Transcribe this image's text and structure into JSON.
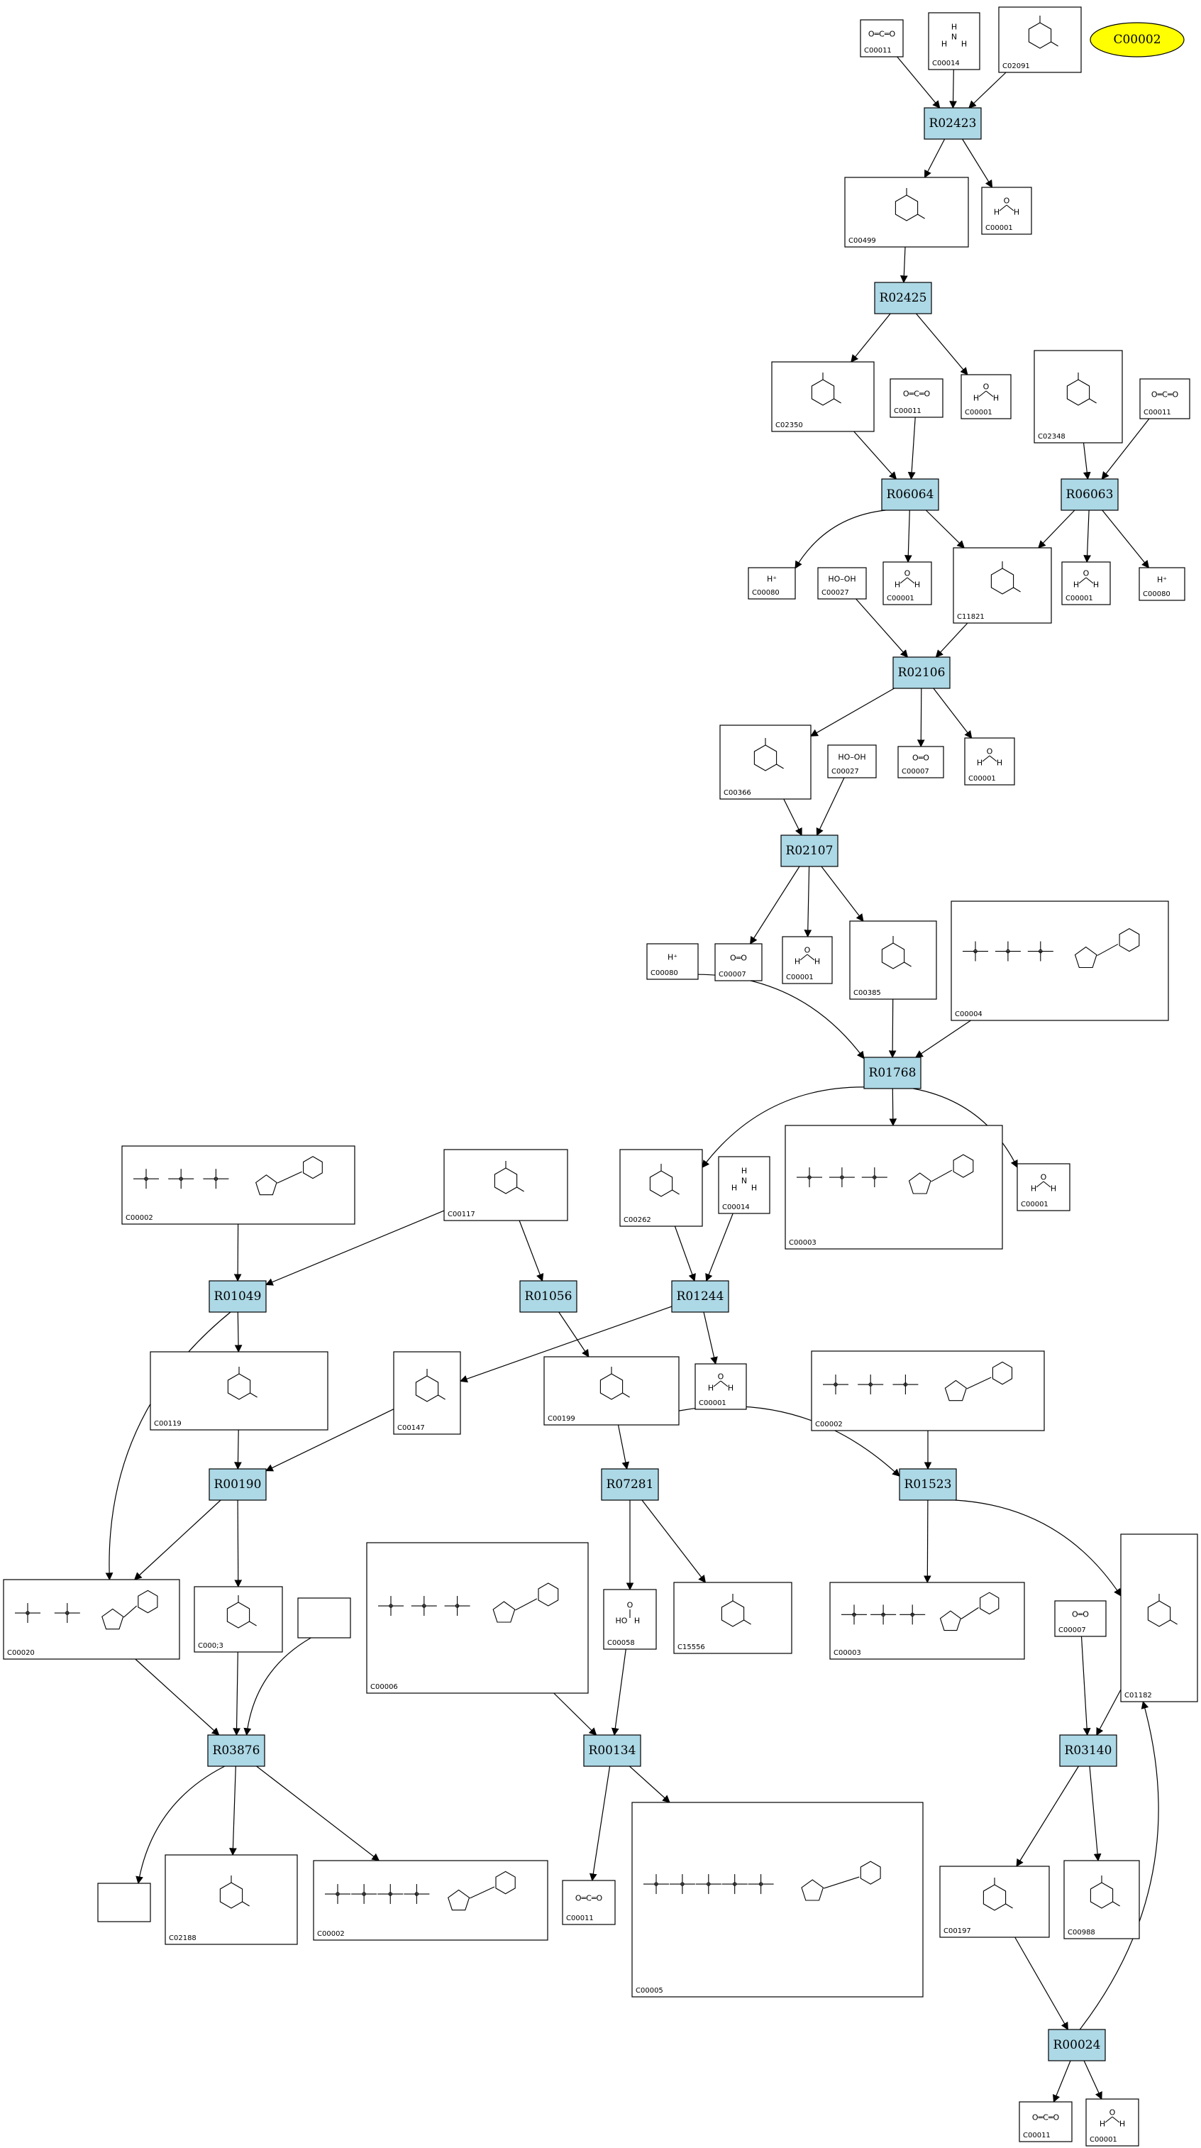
{
  "reactions": [
    {
      "id": "R02423",
      "label": "R02423"
    },
    {
      "id": "R02425",
      "label": "R02425"
    },
    {
      "id": "R06064",
      "label": "R06064"
    },
    {
      "id": "R06063",
      "label": "R06063"
    },
    {
      "id": "R02106",
      "label": "R02106"
    },
    {
      "id": "R02107",
      "label": "R02107"
    },
    {
      "id": "R01768",
      "label": "R01768"
    },
    {
      "id": "R01049",
      "label": "R01049"
    },
    {
      "id": "R01056",
      "label": "R01056"
    },
    {
      "id": "R01244",
      "label": "R01244"
    },
    {
      "id": "R00190",
      "label": "R00190"
    },
    {
      "id": "R07281",
      "label": "R07281"
    },
    {
      "id": "R01523",
      "label": "R01523"
    },
    {
      "id": "R03876",
      "label": "R03876"
    },
    {
      "id": "R00134",
      "label": "R00134"
    },
    {
      "id": "R03140",
      "label": "R03140"
    },
    {
      "id": "R00024",
      "label": "R00024"
    }
  ],
  "compounds": [
    {
      "id": "c11a",
      "label": "C00011",
      "mol": "co2"
    },
    {
      "id": "c14a",
      "label": "C00014",
      "mol": "nh3"
    },
    {
      "id": "c2091",
      "label": "C02091",
      "mol": "generic"
    },
    {
      "id": "c499",
      "label": "C00499",
      "mol": "generic"
    },
    {
      "id": "c1a",
      "label": "C00001",
      "mol": "h2o"
    },
    {
      "id": "c2350",
      "label": "C02350",
      "mol": "generic"
    },
    {
      "id": "c11b",
      "label": "C00011",
      "mol": "co2"
    },
    {
      "id": "c1b",
      "label": "C00001",
      "mol": "h2o"
    },
    {
      "id": "c2348",
      "label": "C02348",
      "mol": "generic"
    },
    {
      "id": "c11c",
      "label": "C00011",
      "mol": "co2"
    },
    {
      "id": "c80a",
      "label": "C00080",
      "mol": "hplus"
    },
    {
      "id": "c27a",
      "label": "C00027",
      "mol": "h2o2"
    },
    {
      "id": "c1c",
      "label": "C00001",
      "mol": "h2o"
    },
    {
      "id": "c11821",
      "label": "C11821",
      "mol": "generic"
    },
    {
      "id": "c1d",
      "label": "C00001",
      "mol": "h2o"
    },
    {
      "id": "c80b",
      "label": "C00080",
      "mol": "hplus"
    },
    {
      "id": "c366",
      "label": "C00366",
      "mol": "generic"
    },
    {
      "id": "c27b",
      "label": "C00027",
      "mol": "h2o2"
    },
    {
      "id": "c7a",
      "label": "C00007",
      "mol": "o2"
    },
    {
      "id": "c1e",
      "label": "C00001",
      "mol": "h2o"
    },
    {
      "id": "c80c",
      "label": "C00080",
      "mol": "hplus"
    },
    {
      "id": "c7b",
      "label": "C00007",
      "mol": "o2"
    },
    {
      "id": "c1f",
      "label": "C00001",
      "mol": "h2o"
    },
    {
      "id": "c385",
      "label": "C00385",
      "mol": "generic"
    },
    {
      "id": "c4",
      "label": "C00004",
      "mol": "nucleotide"
    },
    {
      "id": "c2a",
      "label": "C00002",
      "mol": "nucleotide"
    },
    {
      "id": "c117",
      "label": "C00117",
      "mol": "generic"
    },
    {
      "id": "c262",
      "label": "C00262",
      "mol": "generic"
    },
    {
      "id": "c14b",
      "label": "C00014",
      "mol": "nh3"
    },
    {
      "id": "c3a",
      "label": "C00003",
      "mol": "nucleotide"
    },
    {
      "id": "c1g",
      "label": "C00001",
      "mol": "h2o"
    },
    {
      "id": "c119",
      "label": "C00119",
      "mol": "generic"
    },
    {
      "id": "c147",
      "label": "C00147",
      "mol": "generic"
    },
    {
      "id": "c199",
      "label": "C00199",
      "mol": "generic"
    },
    {
      "id": "c1h",
      "label": "C00001",
      "mol": "h2o"
    },
    {
      "id": "c2b",
      "label": "C00002",
      "mol": "nucleotide"
    },
    {
      "id": "c20",
      "label": "C00020",
      "mol": "nucleotide"
    },
    {
      "id": "c13",
      "label": "C000;3",
      "mol": "generic"
    },
    {
      "id": "cblankA",
      "label": "",
      "mol": "none"
    },
    {
      "id": "c6",
      "label": "C00006",
      "mol": "nucleotide"
    },
    {
      "id": "c58",
      "label": "C00058",
      "mol": "formate"
    },
    {
      "id": "c15556",
      "label": "C15556",
      "mol": "generic"
    },
    {
      "id": "c3b",
      "label": "C00003",
      "mol": "nucleotide"
    },
    {
      "id": "c7c",
      "label": "C00007",
      "mol": "o2"
    },
    {
      "id": "c1182",
      "label": "C01182",
      "mol": "generic"
    },
    {
      "id": "cblankB",
      "label": "",
      "mol": "none"
    },
    {
      "id": "c2188",
      "label": "C02188",
      "mol": "generic"
    },
    {
      "id": "c2c",
      "label": "C00002",
      "mol": "nucleotide"
    },
    {
      "id": "c11d",
      "label": "C00011",
      "mol": "co2"
    },
    {
      "id": "c5",
      "label": "C00005",
      "mol": "nucleotide"
    },
    {
      "id": "c197",
      "label": "C00197",
      "mol": "generic"
    },
    {
      "id": "c988",
      "label": "C00988",
      "mol": "generic"
    },
    {
      "id": "c11e",
      "label": "C00011",
      "mol": "co2"
    },
    {
      "id": "c1i",
      "label": "C00001",
      "mol": "h2o"
    }
  ],
  "highlight": {
    "label": "C00002",
    "color": "#ffff00"
  },
  "colors": {
    "reaction_fill": "#add8e6",
    "compound_fill": "#ffffff",
    "highlight_fill": "#ffff00",
    "line": "#000000"
  }
}
